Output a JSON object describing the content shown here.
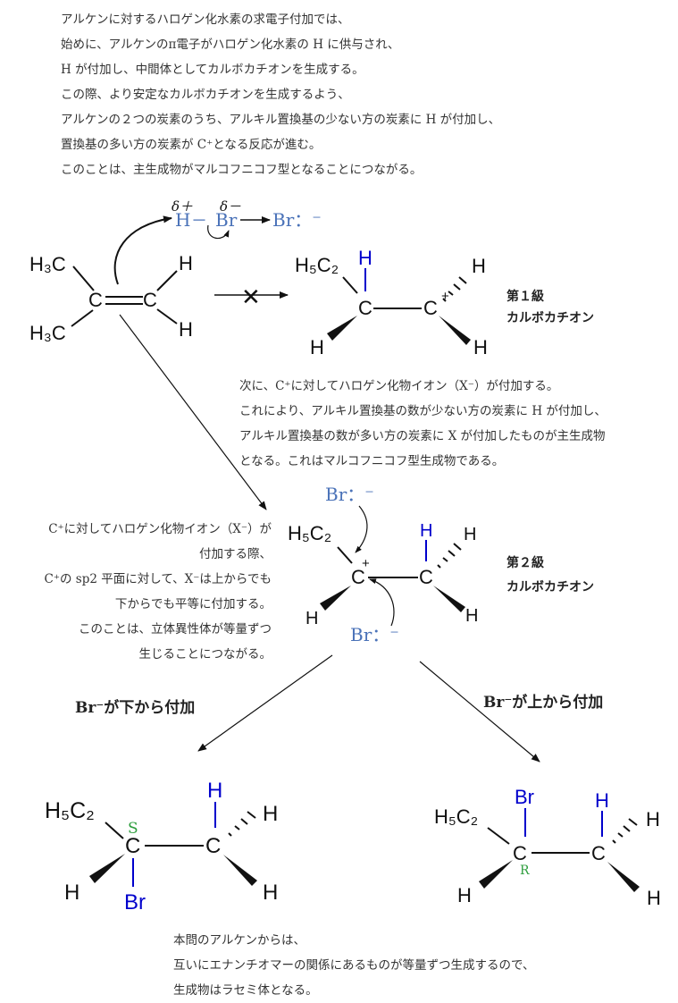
{
  "intro": {
    "lines": [
      "アルケンに対するハロゲン化水素の求電子付加では、",
      "始めに、アルケンのπ電子がハロゲン化水素の H に供与され、",
      "H が付加し、中間体としてカルボカチオンを生成する。",
      "この際、より安定なカルボカチオンを生成するよう、",
      "アルケンの２つの炭素のうち、アルキル置換基の少ない方の炭素に H が付加し、",
      "置換基の多い方の炭素が C⁺となる反応が進む。",
      "このことは、主生成物がマルコフニコフ型となることにつながる。"
    ]
  },
  "step2_text": {
    "lines": [
      "次に、C⁺に対してハロゲン化物イオン（X⁻）が付加する。",
      "これにより、アルキル置換基の数が少ない方の炭素に H が付加し、",
      "アルキル置換基の数が多い方の炭素に X が付加したものが主生成物",
      "となる。これはマルコフニコフ型生成物である。"
    ]
  },
  "side_text": {
    "lines": [
      "C⁺に対してハロゲン化物イオン（X⁻）が",
      "付加する際、",
      "C⁺の sp2 平面に対して、X⁻は上からでも",
      "下からでも平等に付加する。",
      "このことは、立体異性体が等量ずつ",
      "生じることにつながる。"
    ]
  },
  "conclusion": {
    "lines": [
      "本問のアルケンからは、",
      "互いにエナンチオマーの関係にあるものが等量ずつ生成するので、",
      "生成物はラセミ体となる。"
    ]
  },
  "labels": {
    "primary_cation": [
      "第１級",
      "カルボカチオン"
    ],
    "secondary_cation": [
      "第２級",
      "カルボカチオン"
    ],
    "from_below": "Br⁻が下から付加",
    "from_above": "Br⁻が上から付加"
  },
  "reagent": {
    "delta_plus": "δ＋",
    "delta_minus": "δ－",
    "h": "H",
    "dash": "－",
    "br": "Br",
    "bromide": "Br：⁻"
  },
  "atoms": {
    "c": "C",
    "h": "H",
    "h3c": "H₃C",
    "h5c2": "H₅C₂",
    "plus": "+",
    "br": "Br",
    "cross": "✕"
  },
  "stereo": {
    "s": "S",
    "r": "R"
  },
  "colors": {
    "text": "#333333",
    "blue": "#0000cc",
    "reagent_blue": "#4a72b8",
    "green": "#2e9e3e"
  }
}
